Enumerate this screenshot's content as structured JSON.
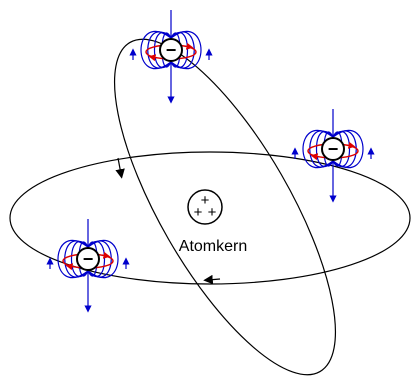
{
  "nucleus": {
    "label": "Atomkern",
    "charge_symbol": "+",
    "charge_count": 3
  },
  "electrons": [
    {
      "id": "top",
      "charge_symbol": "−"
    },
    {
      "id": "right",
      "charge_symbol": "−"
    },
    {
      "id": "left",
      "charge_symbol": "−"
    }
  ],
  "colors": {
    "orbit": "#000000",
    "field_lines": "#0000cc",
    "spin": "#dd0000",
    "electron_fill": "#ffffff"
  },
  "icons": {
    "orbit_direction": "arrowhead-icon",
    "spin_direction": "rotation-arrow-icon",
    "field_direction": "arrowhead-icon"
  }
}
